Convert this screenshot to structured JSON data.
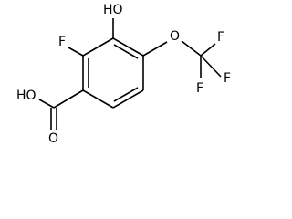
{
  "molecule": {
    "labels": {
      "hydroxyl": "HO",
      "fluorine": "F",
      "ether_oxygen": "O",
      "cf3_fluorine_top": "F",
      "cf3_fluorine_right": "F",
      "cf3_fluorine_bottom": "F",
      "acid_hydroxyl": "HO",
      "carbonyl_oxygen": "O"
    }
  },
  "colors": {
    "bond": "#000000",
    "label": "#000000",
    "background": "#ffffff"
  }
}
